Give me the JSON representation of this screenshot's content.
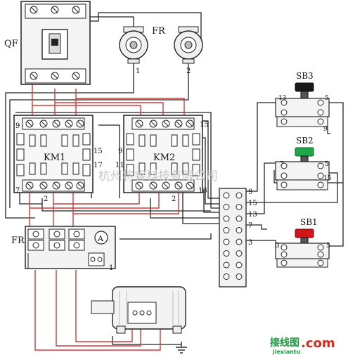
{
  "labels": {
    "qf": "QF",
    "fr_top": "FR",
    "fr_bottom": "FR",
    "km1": "KM1",
    "km2": "KM2",
    "sb1": "SB1",
    "sb2": "SB2",
    "sb3": "SB3",
    "ammeter": "A"
  },
  "terminals": {
    "fr_1": "1",
    "fr_2": "2",
    "km1_9": "9",
    "km1_7": "7",
    "km1_15": "15",
    "km1_17": "17",
    "km1_2": "2",
    "km2_9": "9",
    "km2_11": "11",
    "km2_15": "15",
    "km2_13": "13",
    "km2_2": "2",
    "strip_9": "9",
    "strip_15": "15",
    "strip_13": "13",
    "strip_7": "7",
    "strip_3": "3",
    "sb3_13": "13",
    "sb3_5": "5",
    "sb3_9": "9",
    "sb2_7": "7",
    "sb2_5": "5",
    "sb2_15": "15",
    "sb1_3": "3",
    "sb1_5": "5",
    "fr_bottom_1": "1"
  },
  "watermark": "杭州将睿科技有限公司",
  "brand": {
    "cn": "接线图",
    "dotcom": ".com",
    "url": "jiexiantu"
  },
  "colors": {
    "wire_red": "#d23a3a",
    "wire_dark": "#222222",
    "button_black": "#1a1a1a",
    "button_green": "#1fa64a",
    "button_red": "#d0151b",
    "brand_green": "#1c9a3c",
    "brand_red": "#d22a1e"
  }
}
